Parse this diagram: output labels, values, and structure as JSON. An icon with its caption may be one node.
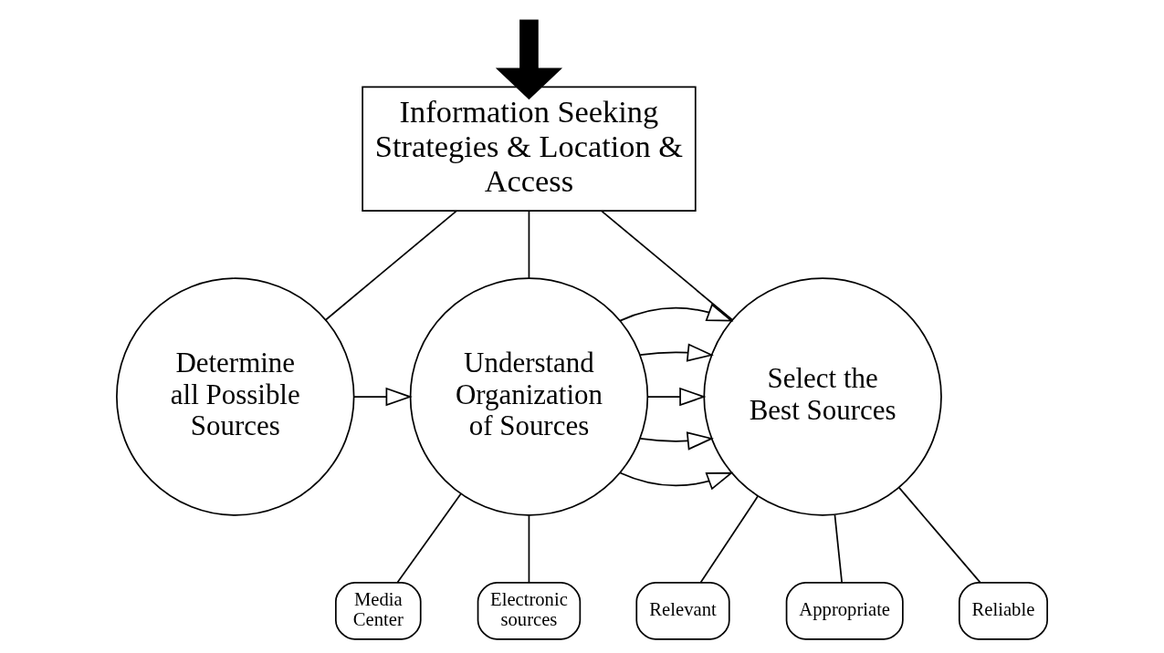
{
  "diagram": {
    "nodes": [
      {
        "text": [
          "Information Seeking Strategies & Location & Access"
        ]
      },
      {
        "text": [
          "Determine all Possible Sources"
        ]
      },
      {
        "text": [
          "Understand Organization of Sources"
        ]
      },
      {
        "text": [
          "Select the Best Sources"
        ]
      },
      {
        "text": [
          "Media Center"
        ]
      },
      {
        "text": [
          "Electronic sources"
        ]
      },
      {
        "text": [
          "Relevant"
        ]
      },
      {
        "text": [
          "Appropriate"
        ]
      },
      {
        "text": [
          "Reliable"
        ]
      }
    ],
    "edges": [
      {
        "from": null,
        "to": 0,
        "arrow": "to",
        "style": "thick"
      },
      {
        "from": 0,
        "to": 1,
        "arrow": "none"
      },
      {
        "from": 0,
        "to": 2,
        "arrow": "none"
      },
      {
        "from": 0,
        "to": 3,
        "arrow": "none"
      },
      {
        "from": 1,
        "to": 2,
        "arrow": "to"
      },
      {
        "from": 2,
        "to": 3,
        "arrow": "to"
      },
      {
        "from": 2,
        "to": 3,
        "arrow": "to"
      },
      {
        "from": 2,
        "to": 3,
        "arrow": "to"
      },
      {
        "from": 2,
        "to": 3,
        "arrow": "to"
      },
      {
        "from": 2,
        "to": 3,
        "arrow": "to"
      },
      {
        "from": 2,
        "to": 4,
        "arrow": "none"
      },
      {
        "from": 2,
        "to": 5,
        "arrow": "none"
      },
      {
        "from": 3,
        "to": 6,
        "arrow": "none"
      },
      {
        "from": 3,
        "to": 7,
        "arrow": "none"
      },
      {
        "from": 3,
        "to": 8,
        "arrow": "none"
      }
    ]
  }
}
